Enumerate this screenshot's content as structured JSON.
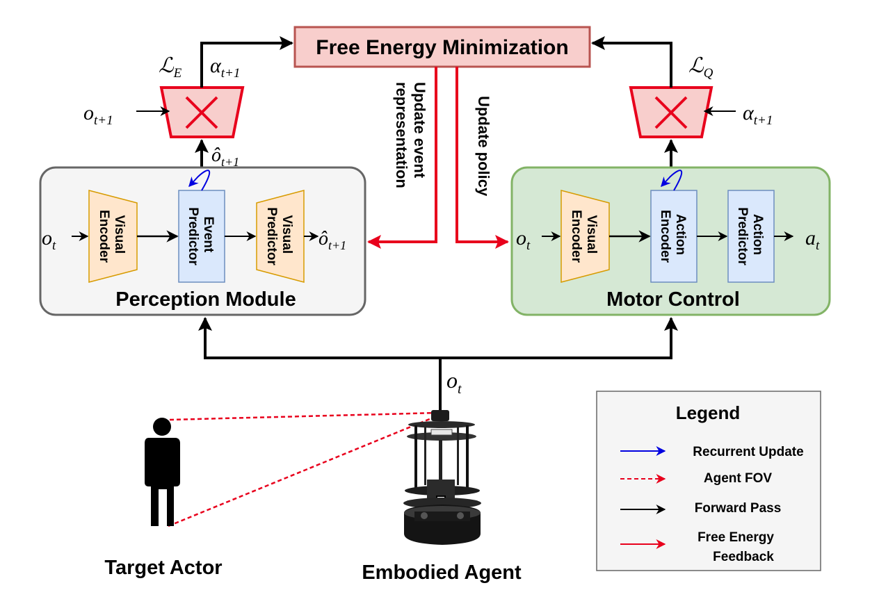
{
  "colors": {
    "free_energy_fill": "#f8cecc",
    "free_energy_stroke": "#b85450",
    "perception_fill": "#f5f5f5",
    "perception_stroke": "#666666",
    "motor_fill": "#d5e8d4",
    "motor_stroke": "#82b366",
    "encoder_fill": "#ffe6cc",
    "encoder_stroke": "#d79b00",
    "predictor_fill": "#dae8fc",
    "predictor_stroke": "#6c8ebf",
    "feedback_red": "#e8001c",
    "recurrent_blue": "#0000e0",
    "forward_black": "#000000",
    "legend_fill": "#f5f5f5",
    "legend_stroke": "#666666"
  },
  "free_energy": {
    "title": "Free Energy Minimization"
  },
  "feedback": {
    "update_event": [
      "Update event",
      "representation"
    ],
    "update_policy": "Update policy"
  },
  "perception": {
    "title": "Perception Module",
    "visual_encoder": [
      "Visual",
      "Encoder"
    ],
    "event_predictor": [
      "Event",
      "Predictor"
    ],
    "visual_predictor": [
      "Visual",
      "Predictor"
    ],
    "input_label": "o",
    "input_sub": "t",
    "output_label": "ô",
    "output_sub": "t+1"
  },
  "motor": {
    "title": "Motor Control",
    "visual_encoder": [
      "Visual",
      "Encoder"
    ],
    "action_encoder": [
      "Action",
      "Encoder"
    ],
    "action_predictor": [
      "Action",
      "Predictor"
    ],
    "input_label": "o",
    "input_sub": "t",
    "output_label": "a",
    "output_sub": "t"
  },
  "left_loss": {
    "loss_label": "ℒ",
    "loss_sub": "E",
    "alpha_label": "α",
    "alpha_sub": "t+1",
    "obs_label": "o",
    "obs_sub": "t+1",
    "pred_label": "ô",
    "pred_sub": "t+1",
    "op_icon": "multiply-icon"
  },
  "right_loss": {
    "loss_label": "ℒ",
    "loss_sub": "Q",
    "alpha_label": "α",
    "alpha_sub": "t+1",
    "op_icon": "multiply-icon"
  },
  "observation": {
    "label": "o",
    "sub": "t"
  },
  "actors": {
    "target_actor": "Target Actor",
    "embodied_agent": "Embodied Agent",
    "person_icon": "person-silhouette-icon",
    "robot_icon": "robot-icon"
  },
  "legend": {
    "title": "Legend",
    "items": [
      {
        "label": [
          "Recurrent Update"
        ],
        "style": "recurrent"
      },
      {
        "label": [
          "Agent FOV"
        ],
        "style": "fov"
      },
      {
        "label": [
          "Forward Pass"
        ],
        "style": "forward"
      },
      {
        "label": [
          "Free Energy",
          "Feedback"
        ],
        "style": "feedback"
      }
    ]
  }
}
